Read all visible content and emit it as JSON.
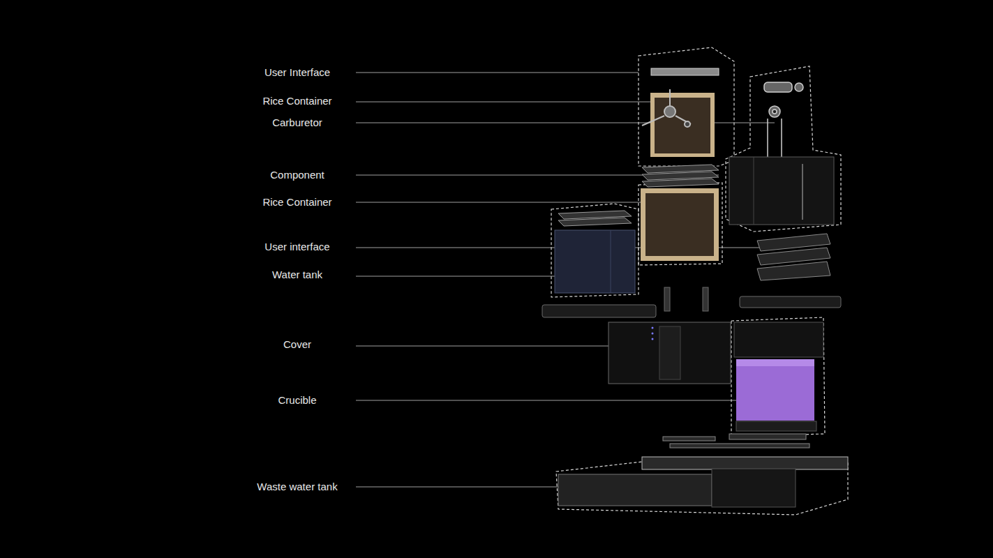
{
  "diagram": {
    "labels": [
      "User Interface",
      "Rice Container",
      "Carburetor",
      "Component",
      "Rice Container",
      "User interface",
      "Water tank",
      "Cover",
      "Crucible",
      "Waste water tank"
    ]
  }
}
